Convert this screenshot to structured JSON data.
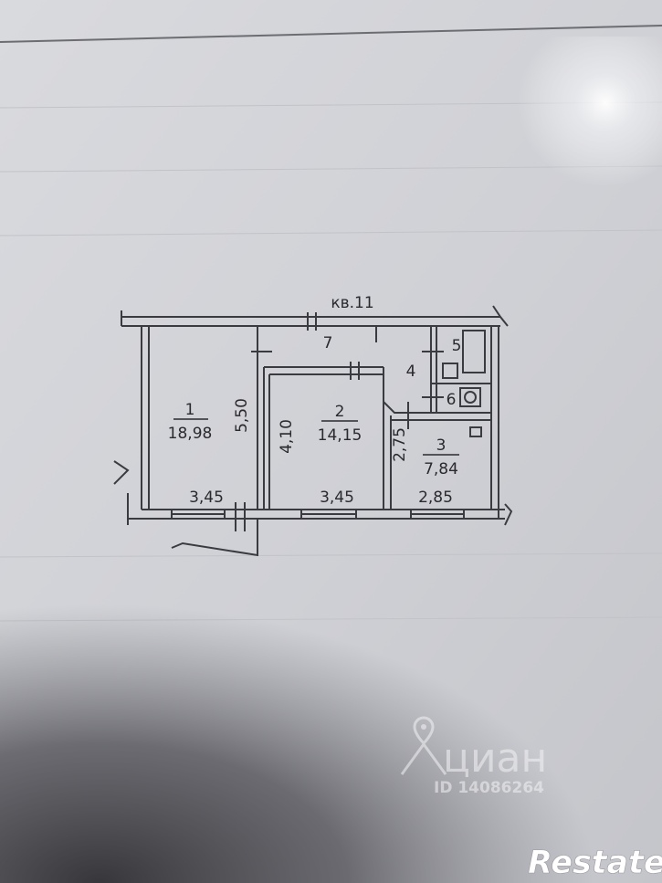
{
  "plan": {
    "apartment_label": "кв.11",
    "rooms": [
      {
        "number": "1",
        "area": "18,98"
      },
      {
        "number": "2",
        "area": "14,15"
      },
      {
        "number": "3",
        "area": "7,84"
      },
      {
        "number": "4"
      },
      {
        "number": "5"
      },
      {
        "number": "6"
      },
      {
        "number": "7"
      }
    ],
    "dimensions": {
      "room1_height": "5,50",
      "room1_width": "3,45",
      "room2_height": "4,10",
      "room2_width": "3,45",
      "room3_height": "2,75",
      "room3_width": "2,85"
    }
  },
  "watermarks": {
    "cian_brand": "циан",
    "cian_id": "ID 14086264",
    "restate_brand": "Restate"
  }
}
